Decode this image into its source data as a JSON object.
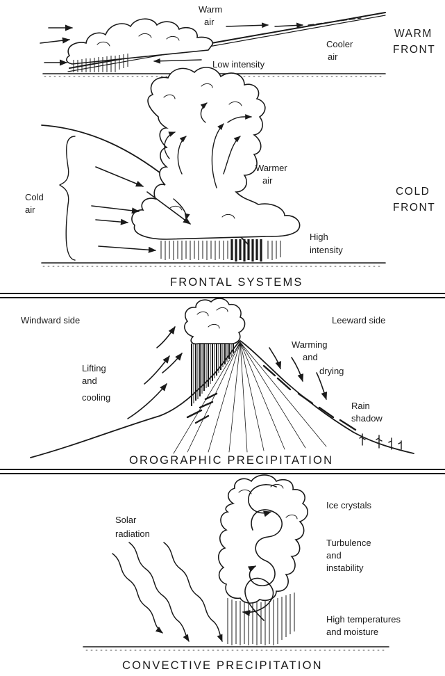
{
  "frontal": {
    "warm_front": {
      "side_label": [
        "WARM",
        "FRONT"
      ],
      "warm_air": [
        "Warm",
        "air"
      ],
      "cooler_air": [
        "Cooler",
        "air"
      ],
      "intensity": "Low intensity"
    },
    "cold_front": {
      "side_label": [
        "COLD",
        "FRONT"
      ],
      "cold_air": [
        "Cold",
        "air"
      ],
      "warmer_air": [
        "Warmer",
        "air"
      ],
      "intensity": [
        "High",
        "intensity"
      ]
    },
    "caption": "FRONTAL SYSTEMS"
  },
  "orographic": {
    "windward": "Windward side",
    "leeward": "Leeward side",
    "lifting": [
      "Lifting",
      "and",
      "cooling"
    ],
    "warming": [
      "Warming",
      "and",
      "drying"
    ],
    "rain_shadow": [
      "Rain",
      "shadow"
    ],
    "caption": "OROGRAPHIC PRECIPITATION"
  },
  "convective": {
    "solar": [
      "Solar",
      "radiation"
    ],
    "ice": "Ice crystals",
    "turbulence": [
      "Turbulence",
      "and",
      "instability"
    ],
    "high_temp": [
      "High temperatures",
      "and moisture"
    ],
    "caption": "CONVECTIVE PRECIPITATION"
  },
  "colors": {
    "ink": "#1a1a1a",
    "paper": "#ffffff"
  }
}
